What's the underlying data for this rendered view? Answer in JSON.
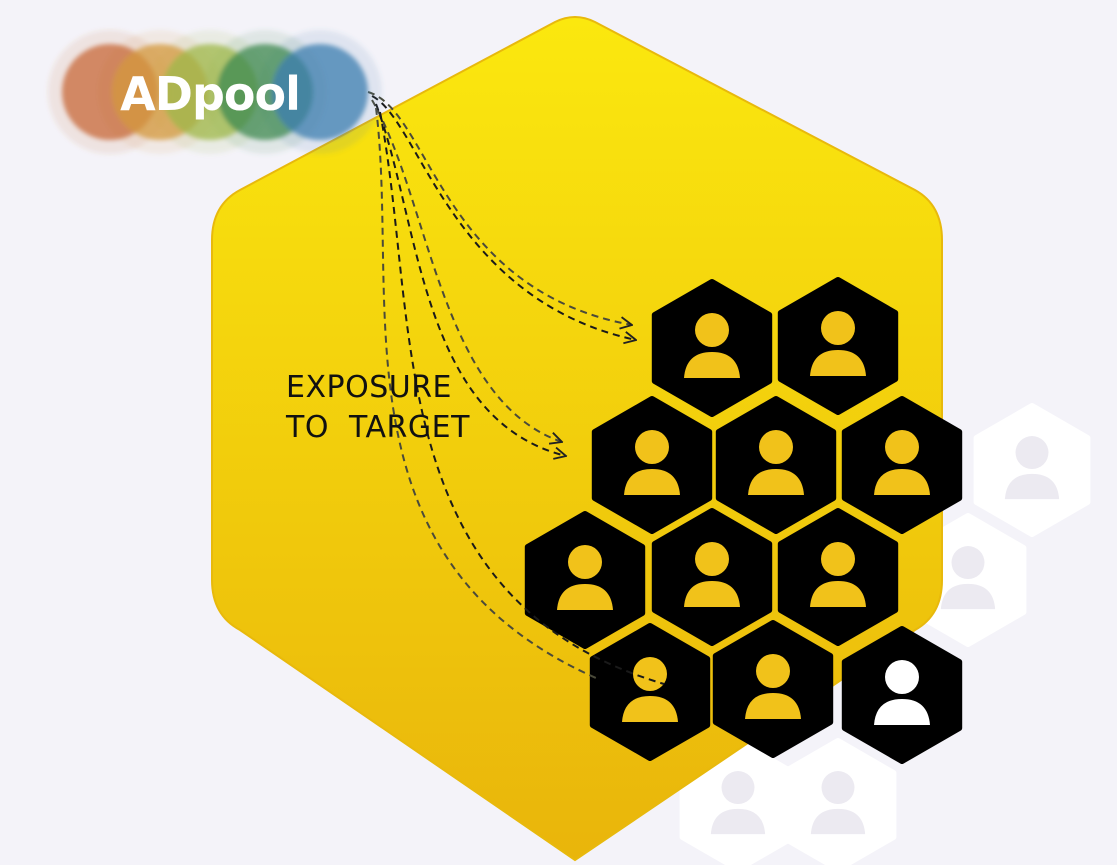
{
  "logo": {
    "text": "ADpool",
    "circle_colors": [
      "#c76a3a",
      "#d49a3e",
      "#9fb84a",
      "#3f8a52",
      "#3e7fb0"
    ]
  },
  "label": {
    "line1": "EXPOSURE",
    "line2": "TO  TARGET"
  },
  "colors": {
    "background": "#f4f3f9",
    "big_hex_top": "#fbe80e",
    "big_hex_bottom": "#e9b50b",
    "user_hex": "#000000",
    "user_glyph": "#f1c21a",
    "ghost_hex": "#ffffff"
  },
  "icons": {
    "user": "user-icon",
    "arrow": "dashed-arrow"
  }
}
